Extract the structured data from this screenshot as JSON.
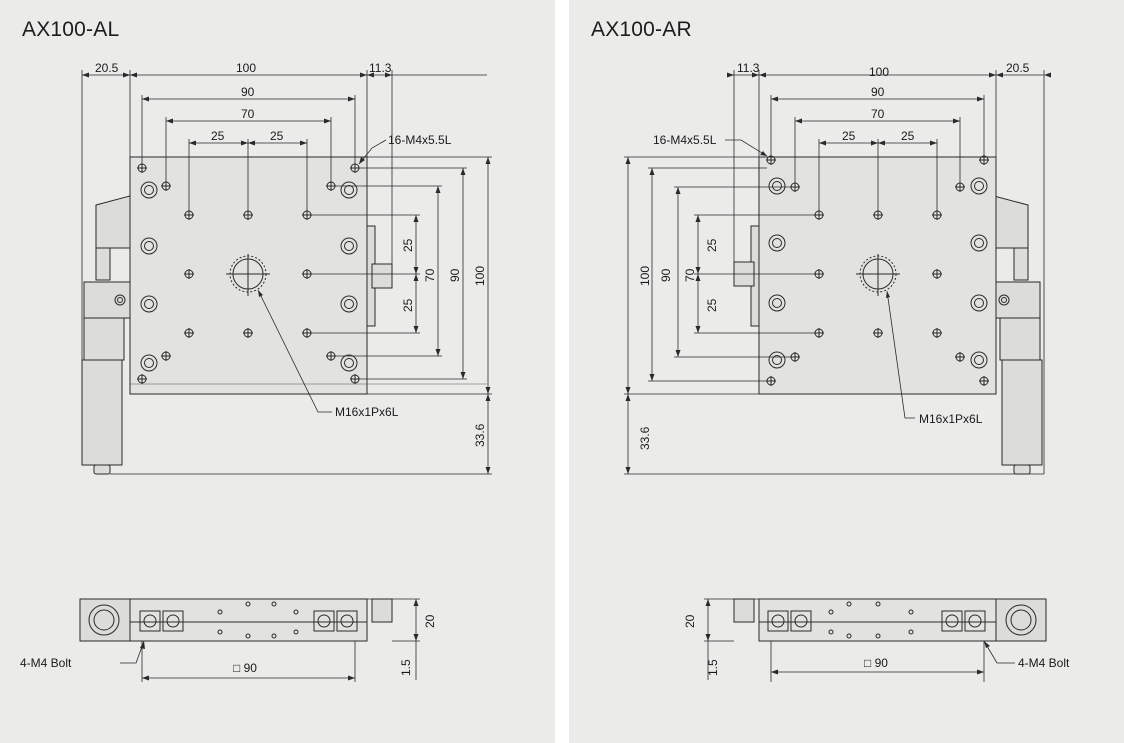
{
  "left": {
    "title": "AX100-AL",
    "dims": {
      "d205": "20.5",
      "d100": "100",
      "d113": "11.3",
      "d90": "90",
      "d70": "70",
      "d25a": "25",
      "d25b": "25",
      "v25a": "25",
      "v25b": "25",
      "v70": "70",
      "v90": "90",
      "v100": "100",
      "v336": "33.6",
      "holes": "16-M4x5.5L",
      "center": "M16x1Px6L",
      "bolt": "4-M4 Bolt",
      "sq90": "□ 90",
      "h20": "20",
      "h15": "1.5"
    }
  },
  "right": {
    "title": "AX100-AR",
    "dims": {
      "d205": "20.5",
      "d100": "100",
      "d113": "11.3",
      "d90": "90",
      "d70": "70",
      "d25a": "25",
      "d25b": "25",
      "v25a": "25",
      "v25b": "25",
      "v70": "70",
      "v90": "90",
      "v100": "100",
      "v336": "33.6",
      "holes": "16-M4x5.5L",
      "center": "M16x1Px6L",
      "bolt": "4-M4 Bolt",
      "sq90": "□ 90",
      "h20": "20",
      "h15": "1.5"
    }
  }
}
